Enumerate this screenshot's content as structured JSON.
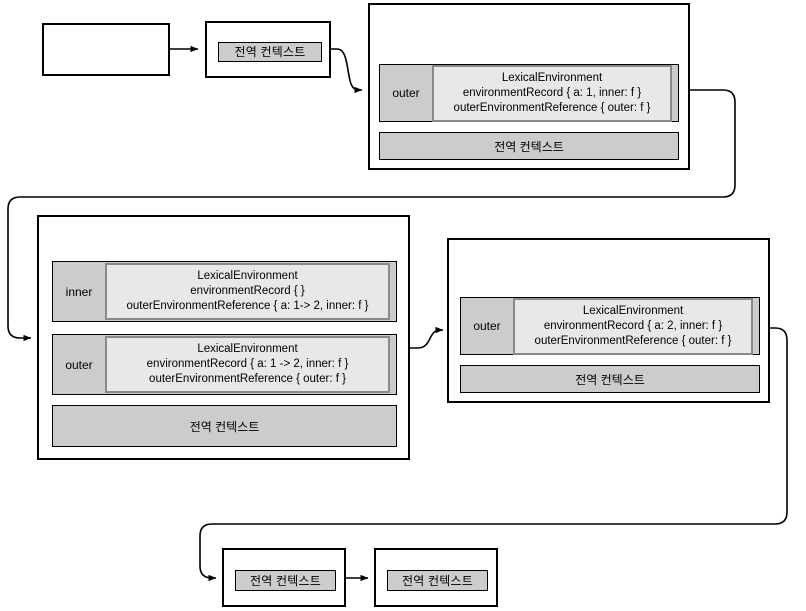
{
  "diagram": {
    "title": "JavaScript Execution Context and Lexical Environment flow",
    "labels": {
      "global_context": "전역 컨텍스트",
      "outer": "outer",
      "inner": "inner"
    },
    "colors": {
      "stroke": "#000000",
      "row_fill": "#cccccc",
      "card_fill": "#e8e8e8",
      "card_border": "#8a8a8a",
      "page_background": "#ffffff"
    }
  },
  "nodes": {
    "step1_empty": {
      "name": "empty-stack",
      "content": ""
    },
    "step2_global": {
      "name": "global-context-stack",
      "bars": [
        "전역 컨텍스트"
      ]
    },
    "step3_outer": {
      "name": "outer-context-stack",
      "rows": [
        {
          "label": "outer",
          "lines": [
            "LexicalEnvironment",
            "environmentRecord { a: 1, inner: f }",
            "outerEnvironmentReference { outer: f }"
          ]
        }
      ],
      "bars": [
        "전역 컨텍스트"
      ]
    },
    "step4_inner": {
      "name": "inner-context-stack",
      "rows": [
        {
          "label": "inner",
          "lines": [
            "LexicalEnvironment",
            "environmentRecord { }",
            "outerEnvironmentReference { a: 1-> 2, inner: f }"
          ]
        },
        {
          "label": "outer",
          "lines": [
            "LexicalEnvironment",
            "environmentRecord { a: 1 -> 2, inner: f }",
            "outerEnvironmentReference { outer: f }"
          ]
        }
      ],
      "bars": [
        "전역 컨텍스트"
      ]
    },
    "step5_outer_after": {
      "name": "outer-context-stack-after",
      "rows": [
        {
          "label": "outer",
          "lines": [
            "LexicalEnvironment",
            "environmentRecord { a: 2, inner: f }",
            "outerEnvironmentReference { outer: f }"
          ]
        }
      ],
      "bars": [
        "전역 컨텍스트"
      ]
    },
    "step6_global": {
      "name": "global-context-stack-return",
      "bars": [
        "전역 컨텍스트"
      ]
    },
    "step7_global": {
      "name": "global-context-stack-final",
      "bars": [
        "전역 컨텍스트"
      ]
    }
  },
  "connectors": [
    {
      "name": "arrow-empty-to-global",
      "from": "step1_empty",
      "to": "step2_global"
    },
    {
      "name": "arrow-global-to-outer",
      "from": "step2_global",
      "to": "step3_outer"
    },
    {
      "name": "arrow-outer-to-inner",
      "from": "step3_outer",
      "to": "step4_inner"
    },
    {
      "name": "arrow-inner-to-outer-after",
      "from": "step4_inner",
      "to": "step5_outer_after"
    },
    {
      "name": "arrow-outer-after-to-global",
      "from": "step5_outer_after",
      "to": "step6_global"
    },
    {
      "name": "arrow-global-to-global-final",
      "from": "step6_global",
      "to": "step7_global"
    }
  ]
}
